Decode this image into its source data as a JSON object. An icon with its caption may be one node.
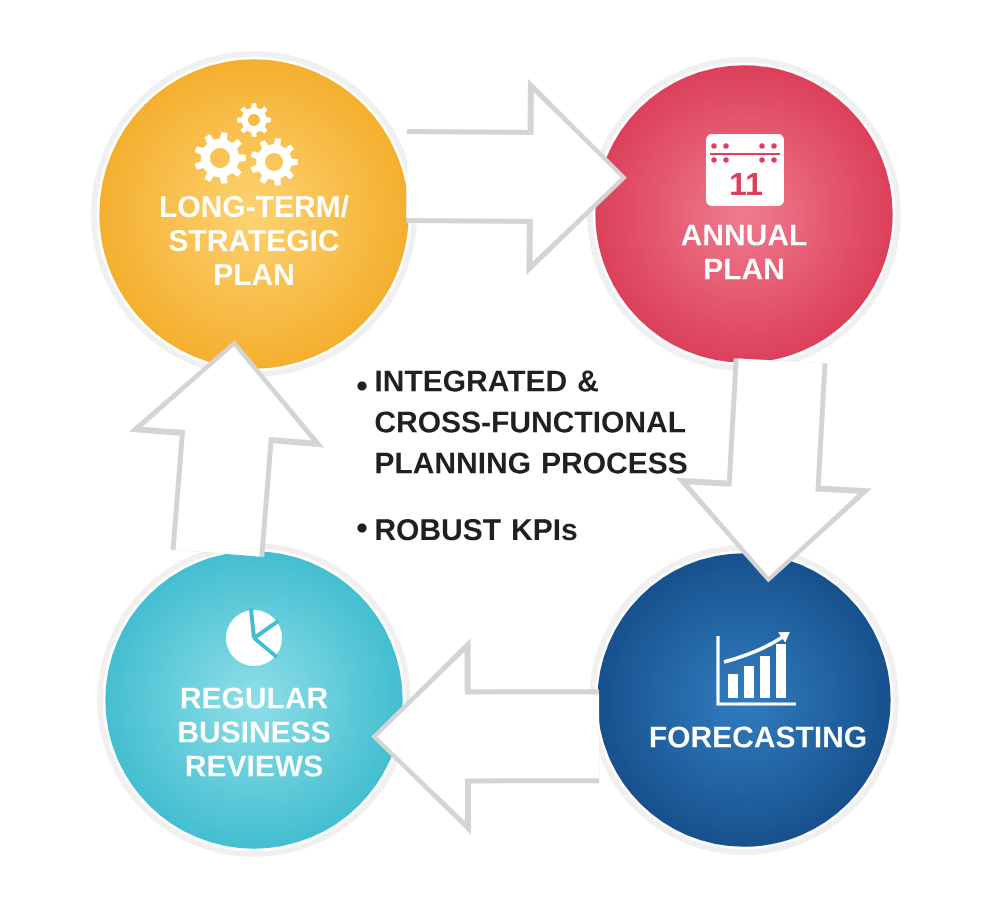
{
  "diagram": {
    "nodes": [
      {
        "text": [
          "LONG-TERM/ STRATEGIC PLAN"
        ]
      },
      {
        "text": [
          "11",
          "ANNUAL PLAN"
        ]
      },
      {
        "text": [
          "REGULAR BUSINESS REVIEWS"
        ]
      },
      {
        "text": [
          "FORECASTING"
        ]
      }
    ],
    "edges": [
      {
        "from": 0,
        "to": 1,
        "arrow": "to"
      },
      {
        "from": 1,
        "to": 3,
        "arrow": "to"
      },
      {
        "from": 3,
        "to": 2,
        "arrow": "to"
      },
      {
        "from": 2,
        "to": 0,
        "arrow": "to"
      }
    ],
    "labels": [
      "INTEGRATED & CROSS-FUNCTIONAL PLANNING PROCESS",
      "ROBUST KPIs"
    ]
  }
}
